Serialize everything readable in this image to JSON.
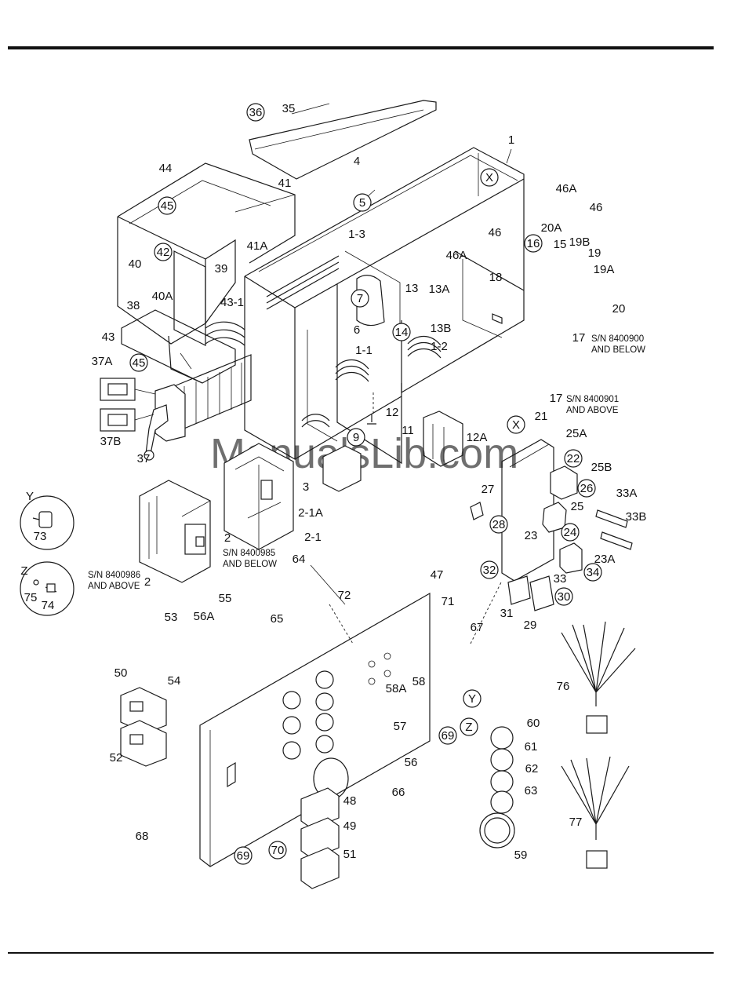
{
  "page": {
    "top_rule": "header-rule",
    "bottom_rule": "footer-rule",
    "watermark": "ManualsLib.com"
  },
  "callouts": [
    {
      "id": "c36",
      "text": "36",
      "circled": true
    },
    {
      "id": "c35",
      "text": "35",
      "circled": false
    },
    {
      "id": "c44",
      "text": "44",
      "circled": false
    },
    {
      "id": "c4",
      "text": "4",
      "circled": false
    },
    {
      "id": "c1",
      "text": "1",
      "circled": false
    },
    {
      "id": "cX1",
      "text": "X",
      "circled": true
    },
    {
      "id": "c41",
      "text": "41",
      "circled": false
    },
    {
      "id": "c5",
      "text": "5",
      "circled": true
    },
    {
      "id": "c45a",
      "text": "45",
      "circled": true
    },
    {
      "id": "c46A_top",
      "text": "46A",
      "circled": false
    },
    {
      "id": "c46_top",
      "text": "46",
      "circled": false
    },
    {
      "id": "c41A",
      "text": "41A",
      "circled": false
    },
    {
      "id": "c1_3",
      "text": "1-3",
      "circled": false
    },
    {
      "id": "c20A",
      "text": "20A",
      "circled": false
    },
    {
      "id": "c46_mid",
      "text": "46",
      "circled": false
    },
    {
      "id": "c42",
      "text": "42",
      "circled": true
    },
    {
      "id": "c39",
      "text": "39",
      "circled": false
    },
    {
      "id": "c16",
      "text": "16",
      "circled": true
    },
    {
      "id": "c15",
      "text": "15",
      "circled": false
    },
    {
      "id": "c19B",
      "text": "19B",
      "circled": false
    },
    {
      "id": "c19",
      "text": "19",
      "circled": false
    },
    {
      "id": "c40",
      "text": "40",
      "circled": false
    },
    {
      "id": "c46A_mid",
      "text": "46A",
      "circled": false
    },
    {
      "id": "c18",
      "text": "18",
      "circled": false
    },
    {
      "id": "c19A",
      "text": "19A",
      "circled": false
    },
    {
      "id": "c40A",
      "text": "40A",
      "circled": false
    },
    {
      "id": "c43_1",
      "text": "43-1",
      "circled": false
    },
    {
      "id": "c13",
      "text": "13",
      "circled": false
    },
    {
      "id": "c13A",
      "text": "13A",
      "circled": false
    },
    {
      "id": "c7",
      "text": "7",
      "circled": true
    },
    {
      "id": "c38",
      "text": "38",
      "circled": false
    },
    {
      "id": "c20",
      "text": "20",
      "circled": false
    },
    {
      "id": "c13B",
      "text": "13B",
      "circled": false
    },
    {
      "id": "c6",
      "text": "6",
      "circled": false
    },
    {
      "id": "c43",
      "text": "43",
      "circled": false
    },
    {
      "id": "c14",
      "text": "14",
      "circled": true
    },
    {
      "id": "c17a",
      "text": "17",
      "circled": false
    },
    {
      "id": "c1_2",
      "text": "1-2",
      "circled": false
    },
    {
      "id": "c1_1",
      "text": "1-1",
      "circled": false
    },
    {
      "id": "c37A",
      "text": "37A",
      "circled": false
    },
    {
      "id": "c45b",
      "text": "45",
      "circled": true
    },
    {
      "id": "c17b",
      "text": "17",
      "circled": false
    },
    {
      "id": "c12",
      "text": "12",
      "circled": false
    },
    {
      "id": "c21",
      "text": "21",
      "circled": false
    },
    {
      "id": "cX2",
      "text": "X",
      "circled": true
    },
    {
      "id": "c11",
      "text": "11",
      "circled": false
    },
    {
      "id": "c9",
      "text": "9",
      "circled": true
    },
    {
      "id": "c12A",
      "text": "12A",
      "circled": false
    },
    {
      "id": "c25A",
      "text": "25A",
      "circled": false
    },
    {
      "id": "c37B",
      "text": "37B",
      "circled": false
    },
    {
      "id": "c37",
      "text": "37",
      "circled": false
    },
    {
      "id": "c22",
      "text": "22",
      "circled": true
    },
    {
      "id": "c25B",
      "text": "25B",
      "circled": false
    },
    {
      "id": "c3",
      "text": "3",
      "circled": false
    },
    {
      "id": "c26",
      "text": "26",
      "circled": true
    },
    {
      "id": "cY1",
      "text": "Y",
      "circled": false
    },
    {
      "id": "c27",
      "text": "27",
      "circled": false
    },
    {
      "id": "c33A",
      "text": "33A",
      "circled": false
    },
    {
      "id": "c25",
      "text": "25",
      "circled": false
    },
    {
      "id": "c2_1A",
      "text": "2-1A",
      "circled": false
    },
    {
      "id": "c28",
      "text": "28",
      "circled": true
    },
    {
      "id": "c33B",
      "text": "33B",
      "circled": false
    },
    {
      "id": "c73",
      "text": "73",
      "circled": false
    },
    {
      "id": "c24",
      "text": "24",
      "circled": true
    },
    {
      "id": "c2a",
      "text": "2",
      "circled": false
    },
    {
      "id": "c2_1",
      "text": "2-1",
      "circled": false
    },
    {
      "id": "c23",
      "text": "23",
      "circled": false
    },
    {
      "id": "c23A",
      "text": "23A",
      "circled": false
    },
    {
      "id": "c64",
      "text": "64",
      "circled": false
    },
    {
      "id": "cZ1",
      "text": "Z",
      "circled": false
    },
    {
      "id": "c32",
      "text": "32",
      "circled": true
    },
    {
      "id": "c33",
      "text": "33",
      "circled": false
    },
    {
      "id": "c34",
      "text": "34",
      "circled": true
    },
    {
      "id": "c2b",
      "text": "2",
      "circled": false
    },
    {
      "id": "c47",
      "text": "47",
      "circled": false
    },
    {
      "id": "c75",
      "text": "75",
      "circled": false
    },
    {
      "id": "c74",
      "text": "74",
      "circled": false
    },
    {
      "id": "c72",
      "text": "72",
      "circled": false
    },
    {
      "id": "c30",
      "text": "30",
      "circled": true
    },
    {
      "id": "c71",
      "text": "71",
      "circled": false
    },
    {
      "id": "c31",
      "text": "31",
      "circled": false
    },
    {
      "id": "c55",
      "text": "55",
      "circled": false
    },
    {
      "id": "c29",
      "text": "29",
      "circled": false
    },
    {
      "id": "c56A",
      "text": "56A",
      "circled": false
    },
    {
      "id": "c53",
      "text": "53",
      "circled": false
    },
    {
      "id": "c65",
      "text": "65",
      "circled": false
    },
    {
      "id": "c67",
      "text": "67",
      "circled": false
    },
    {
      "id": "c54",
      "text": "54",
      "circled": false
    },
    {
      "id": "c58",
      "text": "58",
      "circled": false
    },
    {
      "id": "c50",
      "text": "50",
      "circled": false
    },
    {
      "id": "c58A",
      "text": "58A",
      "circled": false
    },
    {
      "id": "c76",
      "text": "76",
      "circled": false
    },
    {
      "id": "cY2",
      "text": "Y",
      "circled": true
    },
    {
      "id": "c60",
      "text": "60",
      "circled": false
    },
    {
      "id": "c57",
      "text": "57",
      "circled": false
    },
    {
      "id": "cZ2",
      "text": "Z",
      "circled": true
    },
    {
      "id": "c69a",
      "text": "69",
      "circled": true
    },
    {
      "id": "c61",
      "text": "61",
      "circled": false
    },
    {
      "id": "c52",
      "text": "52",
      "circled": false
    },
    {
      "id": "c56",
      "text": "56",
      "circled": false
    },
    {
      "id": "c62",
      "text": "62",
      "circled": false
    },
    {
      "id": "c66",
      "text": "66",
      "circled": false
    },
    {
      "id": "c63",
      "text": "63",
      "circled": false
    },
    {
      "id": "c48",
      "text": "48",
      "circled": false
    },
    {
      "id": "c77",
      "text": "77",
      "circled": false
    },
    {
      "id": "c49",
      "text": "49",
      "circled": false
    },
    {
      "id": "c68",
      "text": "68",
      "circled": false
    },
    {
      "id": "c70",
      "text": "70",
      "circled": true
    },
    {
      "id": "c69b",
      "text": "69",
      "circled": true
    },
    {
      "id": "c51",
      "text": "51",
      "circled": false
    },
    {
      "id": "c59",
      "text": "59",
      "circled": false
    }
  ],
  "notes": [
    {
      "id": "n17a_1",
      "text": "S/N 8400900"
    },
    {
      "id": "n17a_2",
      "text": "AND BELOW"
    },
    {
      "id": "n17b_1",
      "text": "S/N 8400901"
    },
    {
      "id": "n17b_2",
      "text": "AND ABOVE"
    },
    {
      "id": "n2a_1",
      "text": "S/N 8400985"
    },
    {
      "id": "n2a_2",
      "text": "AND BELOW"
    },
    {
      "id": "n2b_1",
      "text": "S/N 8400986"
    },
    {
      "id": "n2b_2",
      "text": "AND ABOVE"
    }
  ]
}
